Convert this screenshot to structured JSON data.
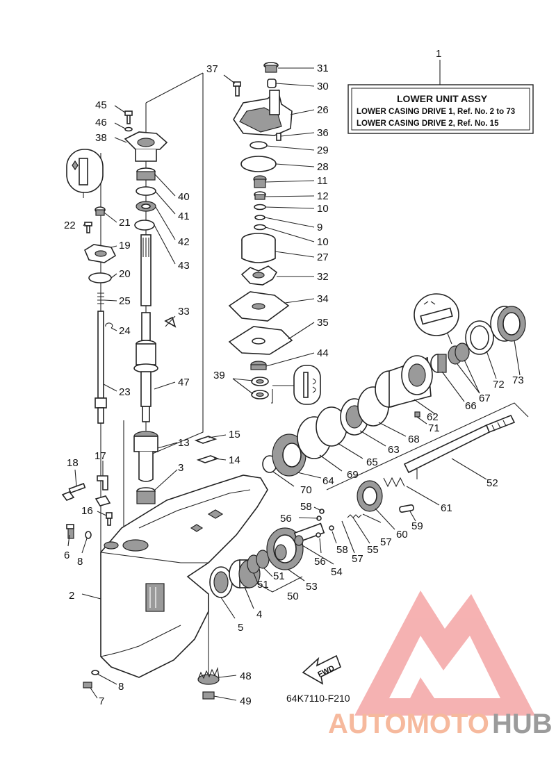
{
  "assembly_box": {
    "index_number": "1",
    "title": "LOWER UNIT ASSY",
    "line1": "LOWER CASING DRIVE 1,  Ref. No. 2 to 73",
    "line2": "LOWER CASING DRIVE 2,  Ref. No. 15"
  },
  "drawing_code": "64K7110-F210",
  "fwd_label": "FWD",
  "watermark": {
    "part1": "AUTOMOTO",
    "part2": "HUB",
    "colors": {
      "logo": "#f08080",
      "auto": "#f5a88a",
      "hub": "#8a8a8a"
    }
  },
  "callouts": [
    {
      "id": "c31",
      "text": "31"
    },
    {
      "id": "c30",
      "text": "30"
    },
    {
      "id": "c26",
      "text": "26"
    },
    {
      "id": "c36",
      "text": "36"
    },
    {
      "id": "c29",
      "text": "29"
    },
    {
      "id": "c28",
      "text": "28"
    },
    {
      "id": "c11",
      "text": "11"
    },
    {
      "id": "c12",
      "text": "12"
    },
    {
      "id": "c10a",
      "text": "10"
    },
    {
      "id": "c9",
      "text": "9"
    },
    {
      "id": "c10b",
      "text": "10"
    },
    {
      "id": "c27",
      "text": "27"
    },
    {
      "id": "c32",
      "text": "32"
    },
    {
      "id": "c34",
      "text": "34"
    },
    {
      "id": "c35",
      "text": "35"
    },
    {
      "id": "c44",
      "text": "44"
    },
    {
      "id": "c39",
      "text": "39"
    },
    {
      "id": "c37",
      "text": "37"
    },
    {
      "id": "c45",
      "text": "45"
    },
    {
      "id": "c46",
      "text": "46"
    },
    {
      "id": "c38",
      "text": "38"
    },
    {
      "id": "c40",
      "text": "40"
    },
    {
      "id": "c41",
      "text": "41"
    },
    {
      "id": "c42",
      "text": "42"
    },
    {
      "id": "c43",
      "text": "43"
    },
    {
      "id": "c21",
      "text": "21"
    },
    {
      "id": "c22",
      "text": "22"
    },
    {
      "id": "c19",
      "text": "19"
    },
    {
      "id": "c20",
      "text": "20"
    },
    {
      "id": "c25",
      "text": "25"
    },
    {
      "id": "c24",
      "text": "24"
    },
    {
      "id": "c23",
      "text": "23"
    },
    {
      "id": "c33",
      "text": "33"
    },
    {
      "id": "c47",
      "text": "47"
    },
    {
      "id": "c15",
      "text": "15"
    },
    {
      "id": "c14",
      "text": "14"
    },
    {
      "id": "c13",
      "text": "13"
    },
    {
      "id": "c3",
      "text": "3"
    },
    {
      "id": "c18",
      "text": "18"
    },
    {
      "id": "c17",
      "text": "17"
    },
    {
      "id": "c16",
      "text": "16"
    },
    {
      "id": "c6",
      "text": "6"
    },
    {
      "id": "c8a",
      "text": "8"
    },
    {
      "id": "c2",
      "text": "2"
    },
    {
      "id": "c5",
      "text": "5"
    },
    {
      "id": "c4",
      "text": "4"
    },
    {
      "id": "c51a",
      "text": "51"
    },
    {
      "id": "c51b",
      "text": "51"
    },
    {
      "id": "c50",
      "text": "50"
    },
    {
      "id": "c53",
      "text": "53"
    },
    {
      "id": "c8b",
      "text": "8"
    },
    {
      "id": "c7",
      "text": "7"
    },
    {
      "id": "c48",
      "text": "48"
    },
    {
      "id": "c49",
      "text": "49"
    },
    {
      "id": "c56a",
      "text": "56"
    },
    {
      "id": "c58a",
      "text": "58"
    },
    {
      "id": "c56b",
      "text": "56"
    },
    {
      "id": "c54",
      "text": "54"
    },
    {
      "id": "c58b",
      "text": "58"
    },
    {
      "id": "c57a",
      "text": "57"
    },
    {
      "id": "c55",
      "text": "55"
    },
    {
      "id": "c57b",
      "text": "57"
    },
    {
      "id": "c60",
      "text": "60"
    },
    {
      "id": "c59",
      "text": "59"
    },
    {
      "id": "c61",
      "text": "61"
    },
    {
      "id": "c52",
      "text": "52"
    },
    {
      "id": "c70",
      "text": "70"
    },
    {
      "id": "c64",
      "text": "64"
    },
    {
      "id": "c69",
      "text": "69"
    },
    {
      "id": "c65",
      "text": "65"
    },
    {
      "id": "c63",
      "text": "63"
    },
    {
      "id": "c68",
      "text": "68"
    },
    {
      "id": "c62",
      "text": "62"
    },
    {
      "id": "c71",
      "text": "71"
    },
    {
      "id": "c66",
      "text": "66"
    },
    {
      "id": "c67",
      "text": "67"
    },
    {
      "id": "c72",
      "text": "72"
    },
    {
      "id": "c73",
      "text": "73"
    }
  ]
}
